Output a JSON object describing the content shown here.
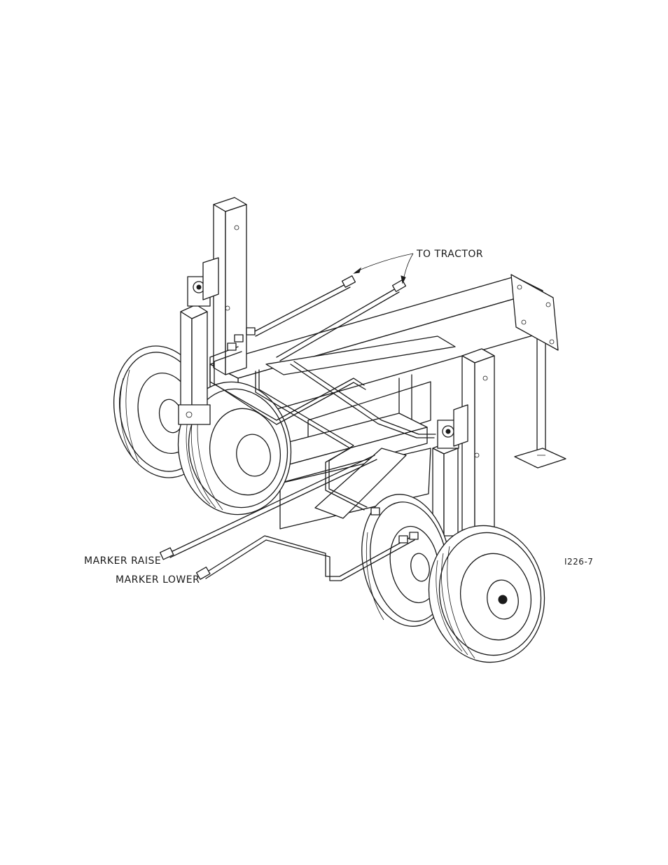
{
  "labels": {
    "to_tractor": "TO TRACTOR",
    "marker_raise": "MARKER RAISE",
    "marker_lower": "MARKER LOWER",
    "figure_id": "I226-7"
  }
}
